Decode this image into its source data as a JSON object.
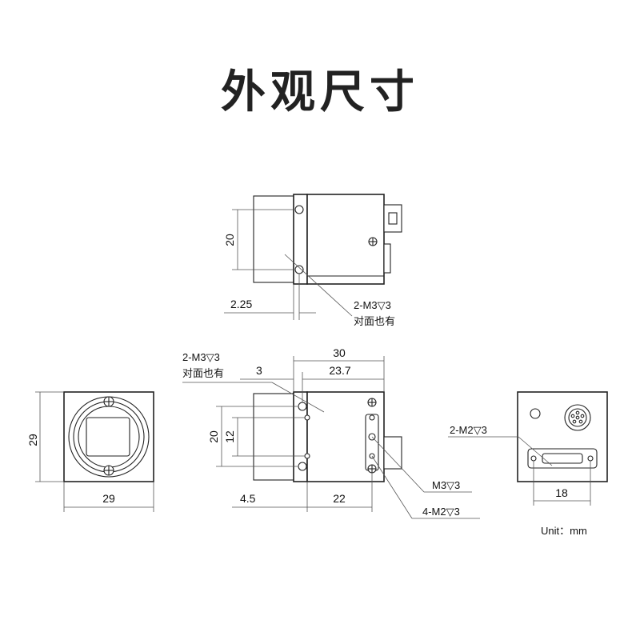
{
  "title": "外观尺寸",
  "unit_label": "Unit：mm",
  "labels": {
    "top_height": "20",
    "top_offset": "2.25",
    "top_hole_line1": "2-M3▽3",
    "top_hole_line2": "对面也有",
    "side_total": "30",
    "side_offset": "3",
    "side_body": "23.7",
    "side_height_outer": "20",
    "side_height_inner": "12",
    "side_hole_line1": "2-M3▽3",
    "side_hole_line2": "对面也有",
    "side_bottom_left": "4.5",
    "side_bottom_right": "22",
    "side_m3": "M3▽3",
    "side_m2": "4-M2▽3",
    "front_height": "29",
    "front_width": "29",
    "back_hole": "2-M2▽3",
    "back_width": "18"
  }
}
